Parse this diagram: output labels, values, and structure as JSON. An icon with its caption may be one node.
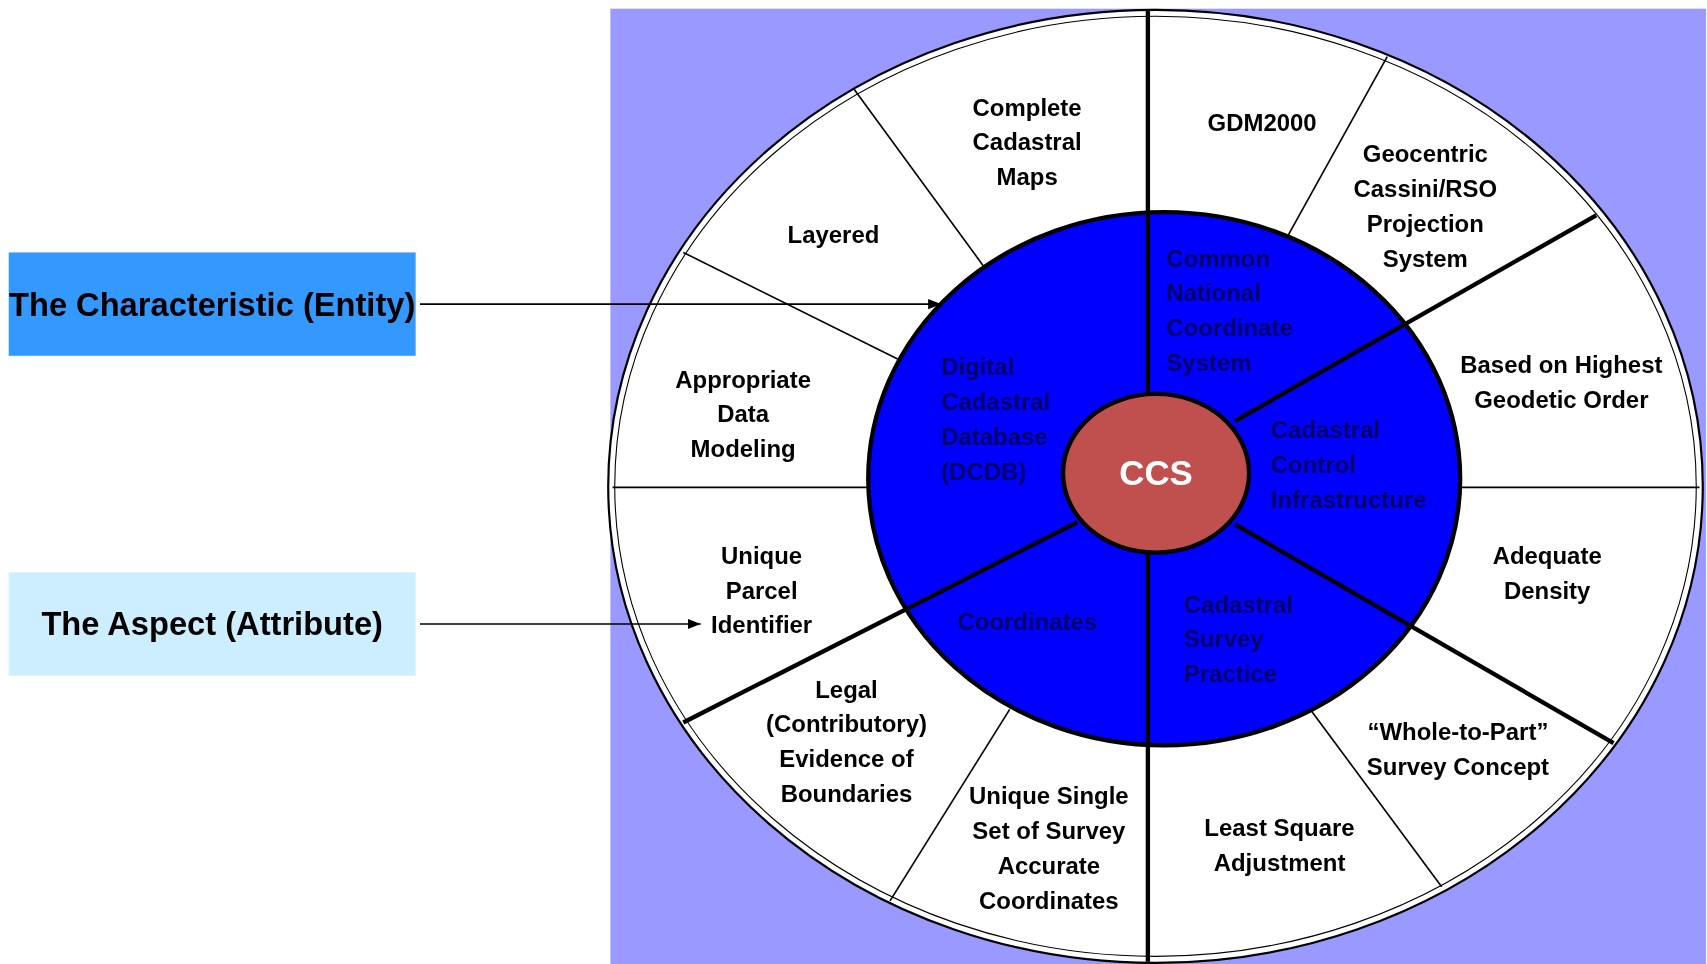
{
  "diagram": {
    "nodes": [
      {
        "text": [
          "The Characteristic (Entity)"
        ]
      },
      {
        "text": [
          "The Aspect (Attribute)"
        ]
      },
      {
        "text": [
          "CCS"
        ]
      },
      {
        "text": [
          "Common National Coordinate System"
        ]
      },
      {
        "text": [
          "Digital Cadastral Database (DCDB)"
        ]
      },
      {
        "text": [
          "Cadastral Control Infrastructure"
        ]
      },
      {
        "text": [
          "Coordinates"
        ]
      },
      {
        "text": [
          "Cadastral Survey Practice"
        ]
      },
      {
        "text": [
          "Complete Cadastral Maps"
        ]
      },
      {
        "text": [
          "GDM2000"
        ]
      },
      {
        "text": [
          "Geocentric Cassini/RSO Projection System"
        ]
      },
      {
        "text": [
          "Layered"
        ]
      },
      {
        "text": [
          "Based on Highest Geodetic Order"
        ]
      },
      {
        "text": [
          "Appropriate Data Modeling"
        ]
      },
      {
        "text": [
          "Adequate Density"
        ]
      },
      {
        "text": [
          "Unique Parcel Identifier"
        ]
      },
      {
        "text": [
          "Legal (Contributory) Evidence of Boundaries"
        ]
      },
      {
        "text": [
          "“Whole-to-Part” Survey Concept"
        ]
      },
      {
        "text": [
          "Least Square Adjustment"
        ]
      },
      {
        "text": [
          "Unique Single Set of Survey Accurate Coordinates"
        ]
      }
    ],
    "edges": [
      {
        "from": 0,
        "to": 4,
        "arrow": "to"
      },
      {
        "from": 1,
        "to": 15,
        "arrow": "to"
      }
    ]
  }
}
